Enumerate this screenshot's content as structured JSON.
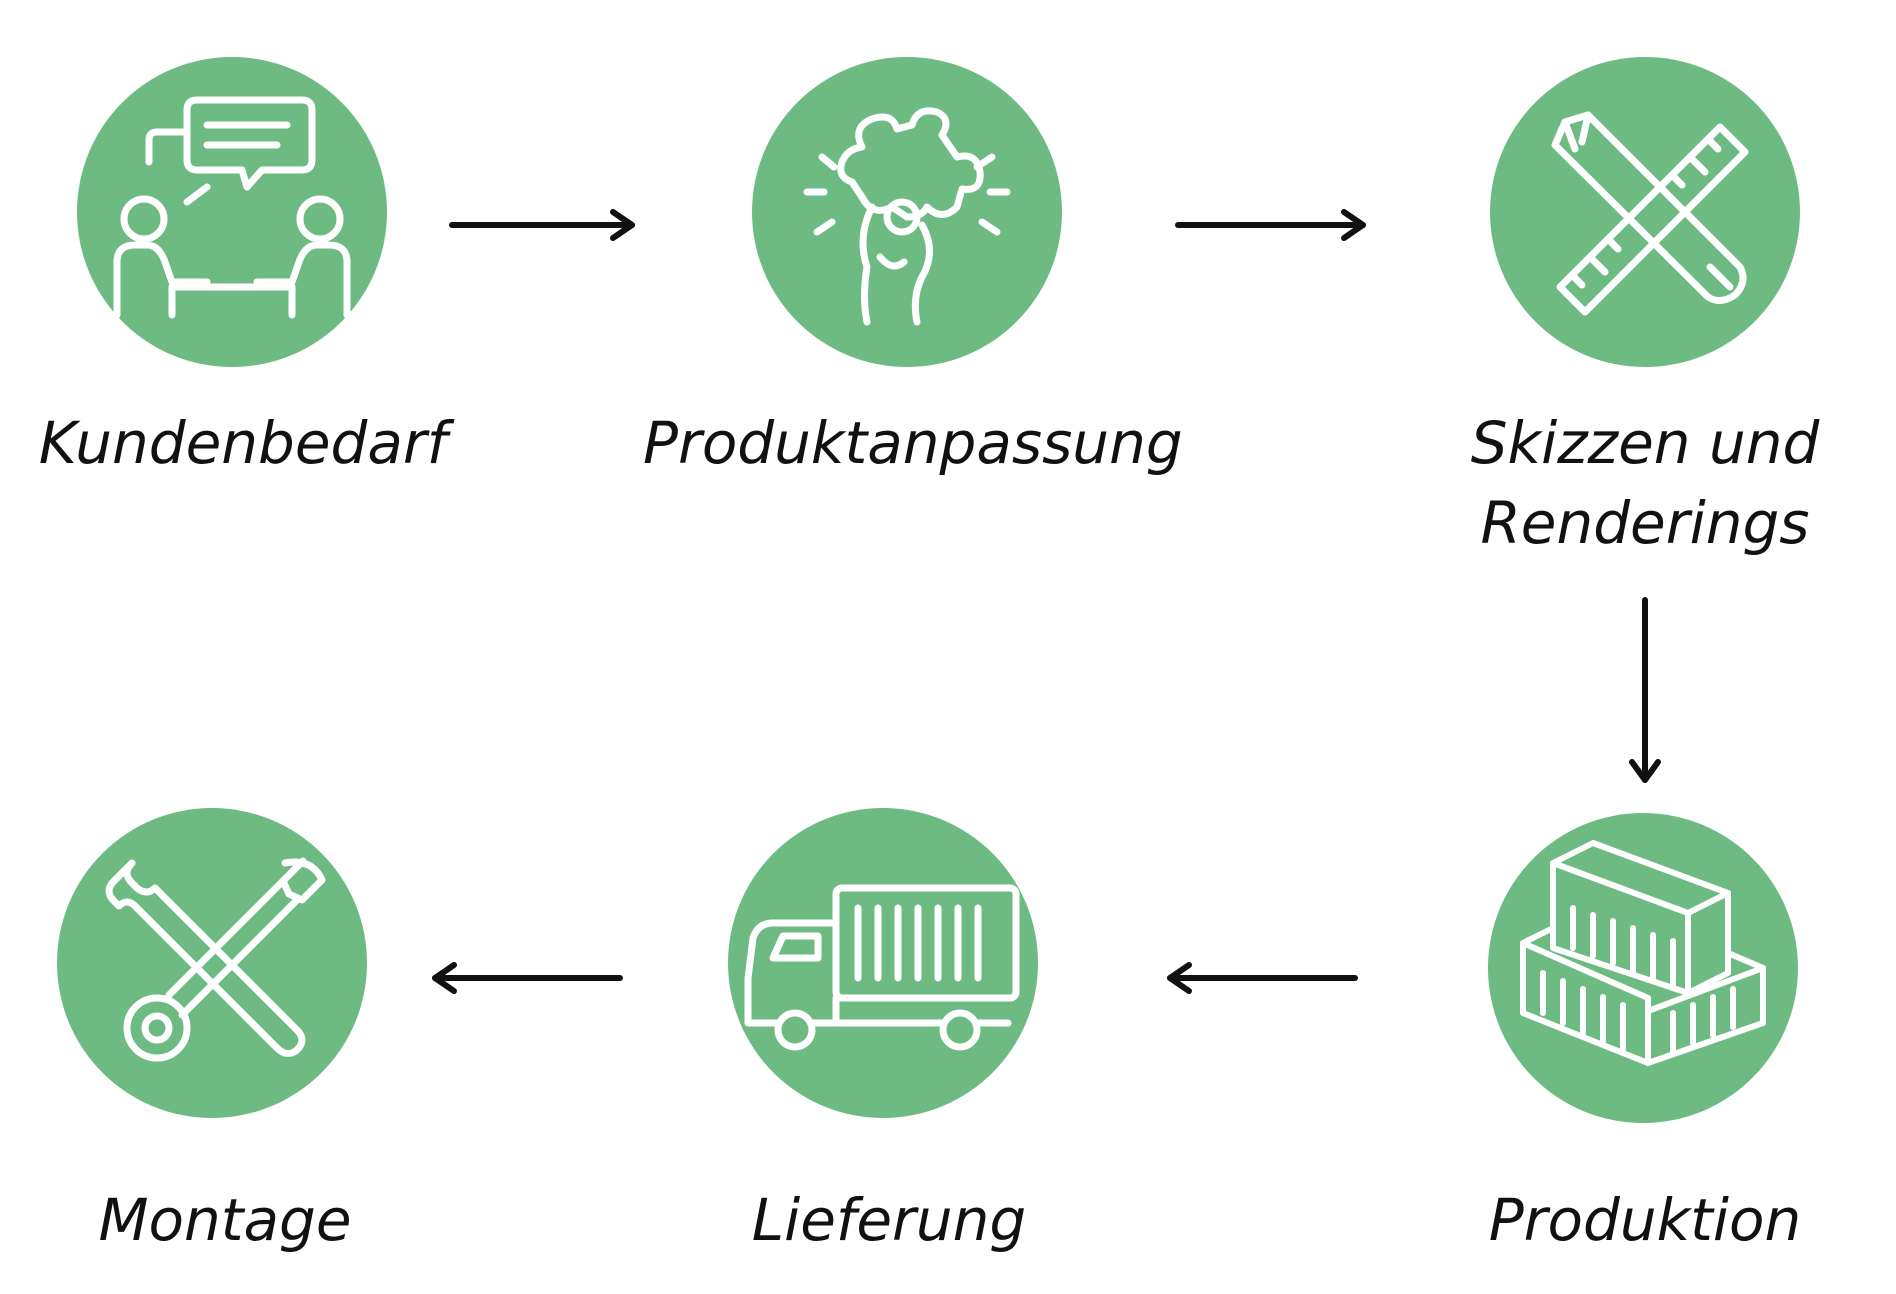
{
  "diagram": {
    "steps": [
      {
        "label": "Kundenbedarf",
        "icon": "meeting-icon"
      },
      {
        "label": "Produktanpassung",
        "icon": "puzzle-hand-icon"
      },
      {
        "label": "Skizzen und\nRenderings",
        "icon": "pencil-ruler-icon"
      },
      {
        "label": "Produktion",
        "icon": "containers-icon"
      },
      {
        "label": "Lieferung",
        "icon": "truck-icon"
      },
      {
        "label": "Montage",
        "icon": "tools-icon"
      }
    ],
    "colors": {
      "circle": "#6dbb82",
      "icon": "#ffffff",
      "arrow": "#111111",
      "text": "#111111"
    }
  }
}
